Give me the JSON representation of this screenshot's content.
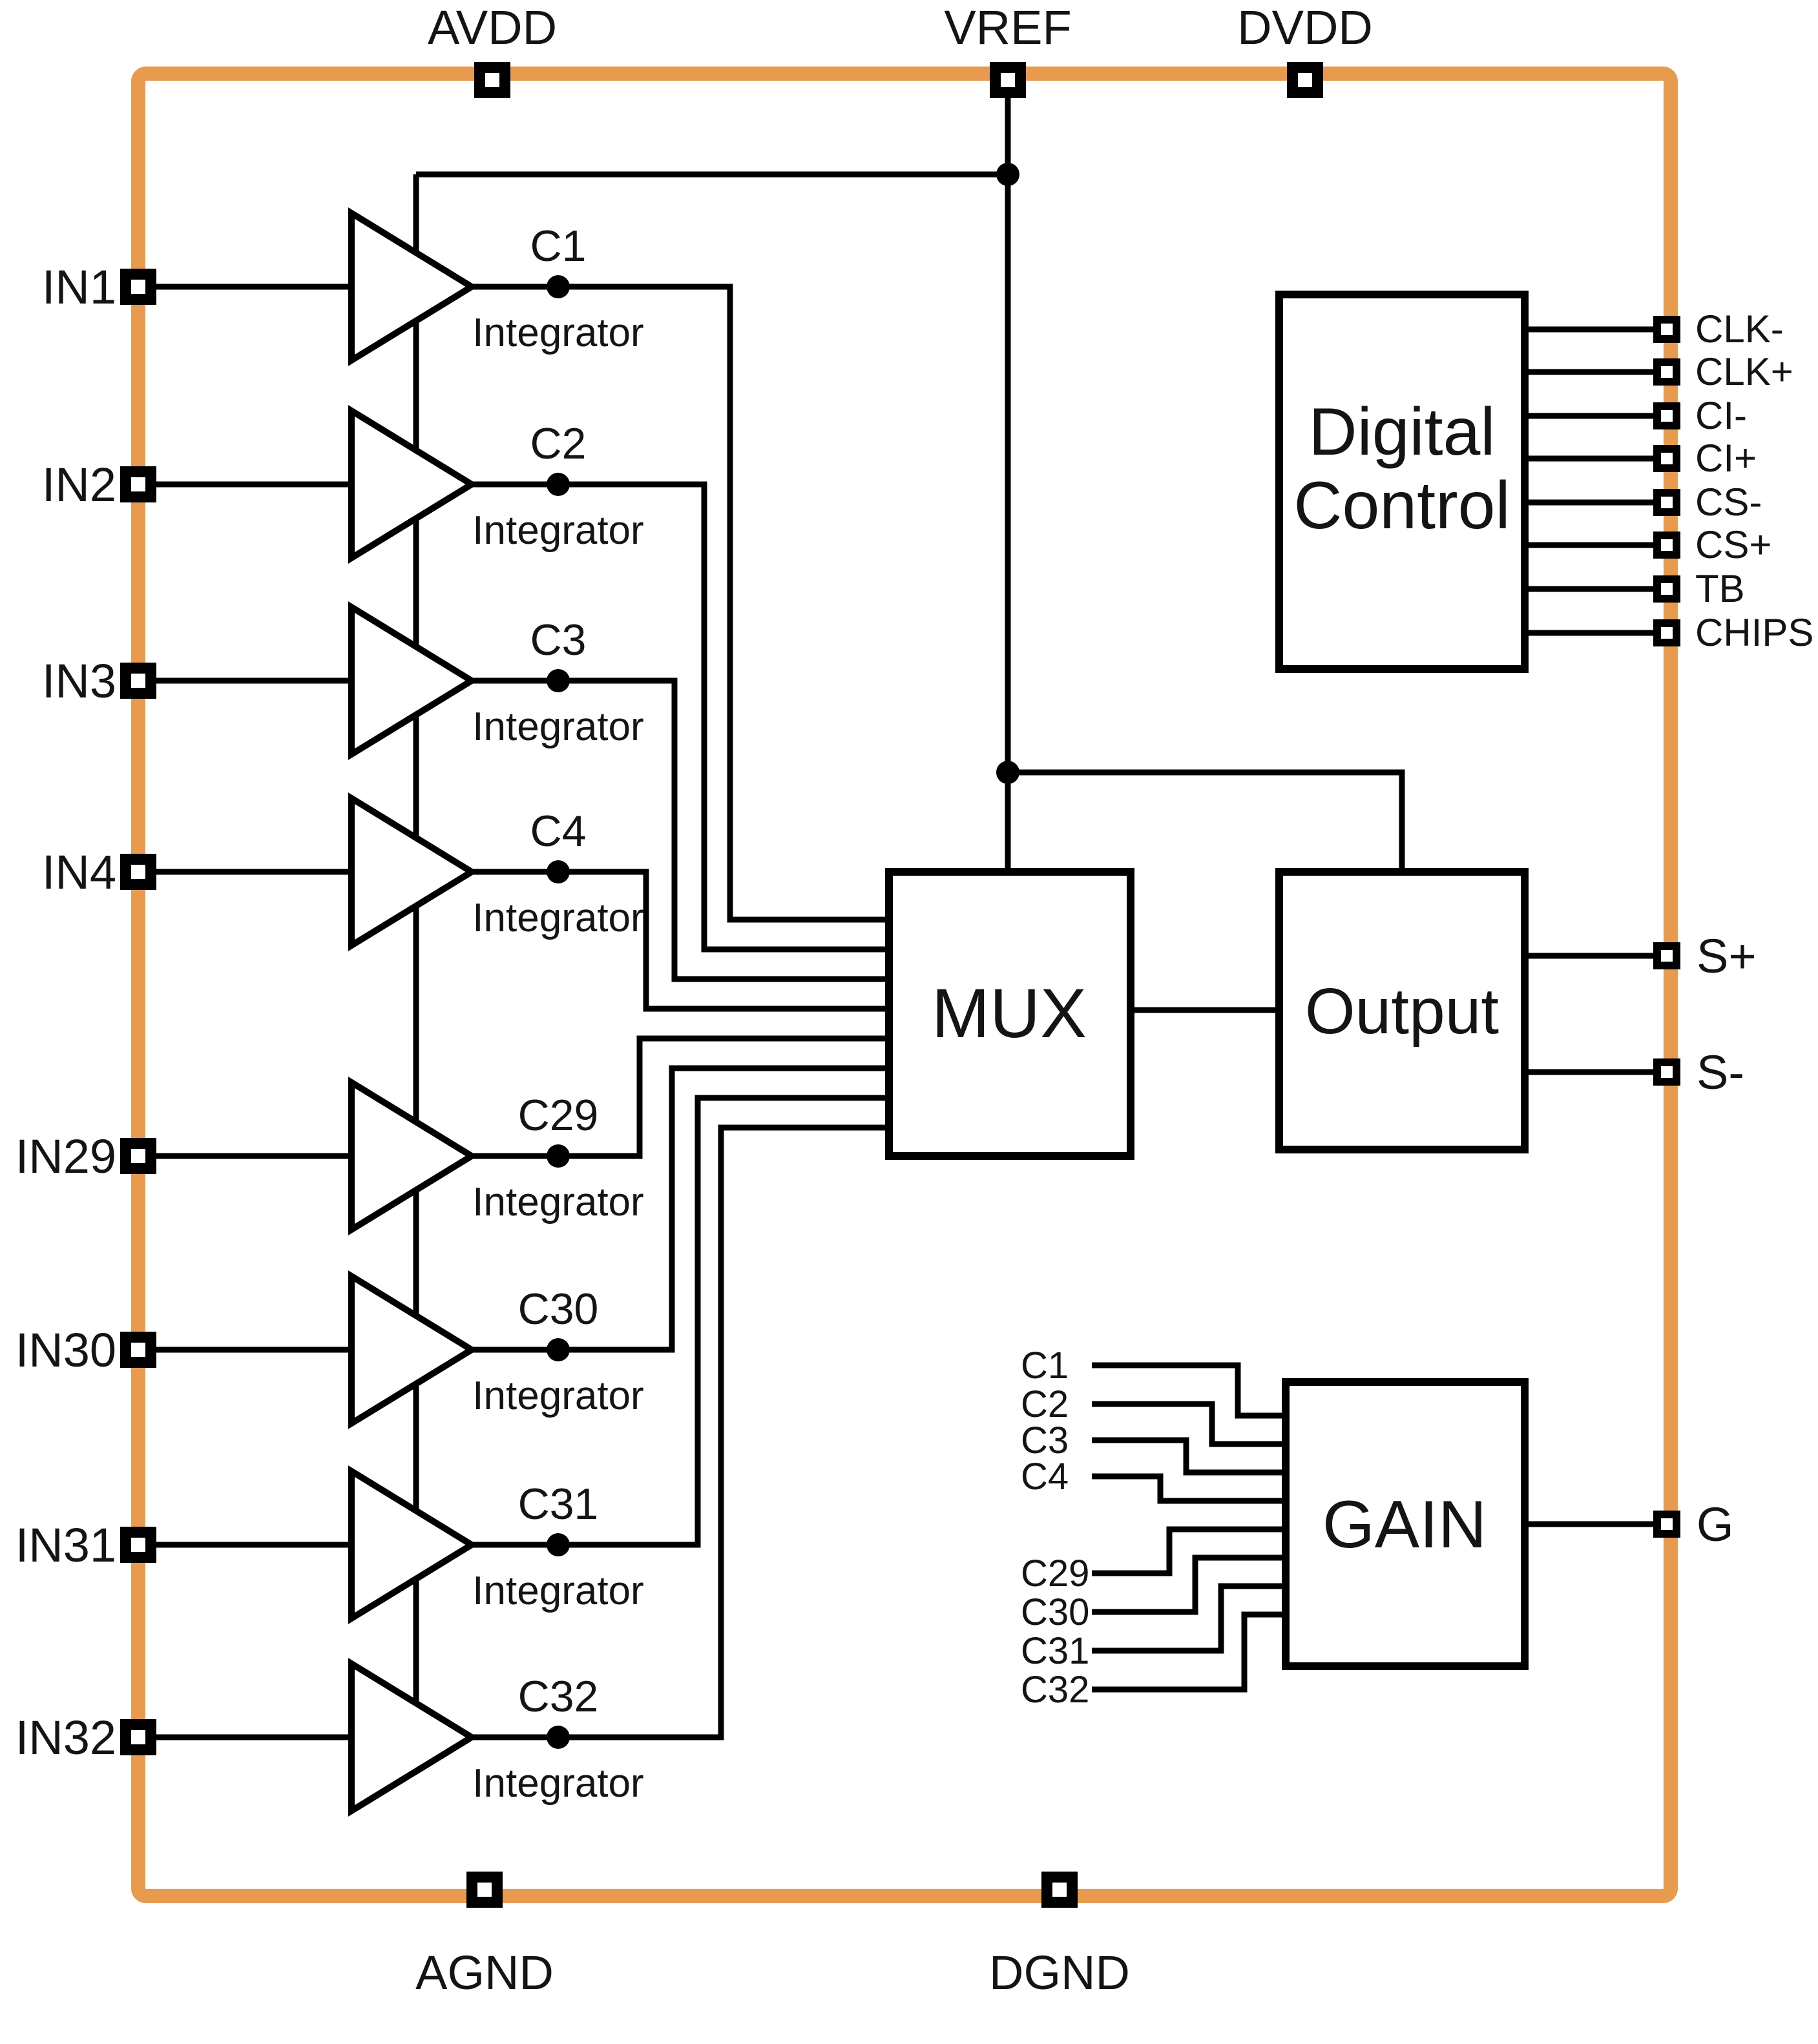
{
  "colors": {
    "chip_border": "#E89B4E",
    "line": "#000000"
  },
  "pins": {
    "top": [
      {
        "label": "AVDD"
      },
      {
        "label": "VREF"
      },
      {
        "label": "DVDD"
      }
    ],
    "bottom": [
      {
        "label": "AGND"
      },
      {
        "label": "DGND"
      }
    ],
    "left": [
      {
        "label": "IN1"
      },
      {
        "label": "IN2"
      },
      {
        "label": "IN3"
      },
      {
        "label": "IN4"
      },
      {
        "label": "IN29"
      },
      {
        "label": "IN30"
      },
      {
        "label": "IN31"
      },
      {
        "label": "IN32"
      }
    ],
    "right_digital": [
      {
        "label": "CLK-"
      },
      {
        "label": "CLK+"
      },
      {
        "label": "CI-"
      },
      {
        "label": "CI+"
      },
      {
        "label": "CS-"
      },
      {
        "label": "CS+"
      },
      {
        "label": "TB"
      },
      {
        "label": "CHIPS"
      }
    ],
    "right_signal": [
      {
        "label": "S+"
      },
      {
        "label": "S-"
      }
    ],
    "right_gain": [
      {
        "label": "G"
      }
    ]
  },
  "blocks": {
    "digital_control": {
      "line1": "Digital",
      "line2": "Control"
    },
    "mux": {
      "label": "MUX"
    },
    "output": {
      "label": "Output"
    },
    "gain": {
      "label": "GAIN"
    }
  },
  "channels": [
    {
      "cap": "C1",
      "role": "Integrator"
    },
    {
      "cap": "C2",
      "role": "Integrator"
    },
    {
      "cap": "C3",
      "role": "Integrator"
    },
    {
      "cap": "C4",
      "role": "Integrator"
    },
    {
      "cap": "C29",
      "role": "Integrator"
    },
    {
      "cap": "C30",
      "role": "Integrator"
    },
    {
      "cap": "C31",
      "role": "Integrator"
    },
    {
      "cap": "C32",
      "role": "Integrator"
    }
  ],
  "gain_inputs": [
    {
      "label": "C1"
    },
    {
      "label": "C2"
    },
    {
      "label": "C3"
    },
    {
      "label": "C4"
    },
    {
      "label": "C29"
    },
    {
      "label": "C30"
    },
    {
      "label": "C31"
    },
    {
      "label": "C32"
    }
  ]
}
